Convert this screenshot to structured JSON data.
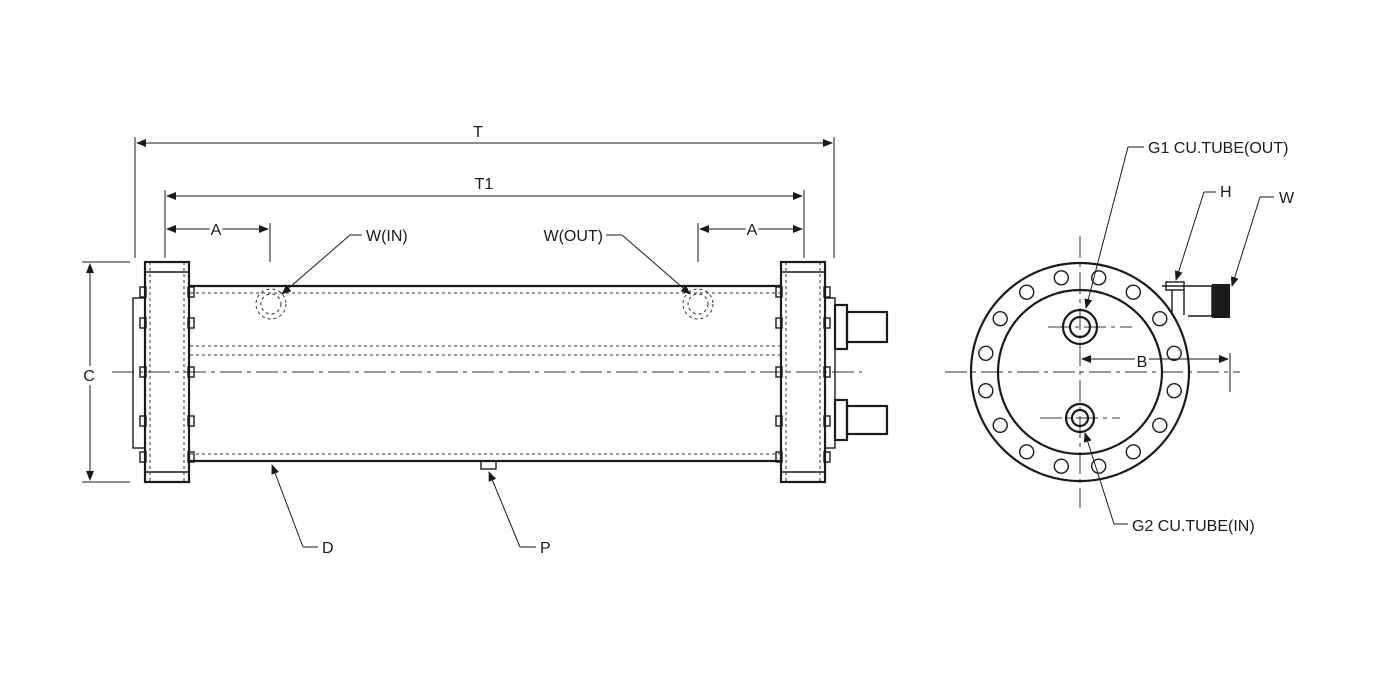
{
  "labels": {
    "overall_length": "T",
    "inner_length": "T1",
    "inlet_offset_left": "A",
    "inlet_offset_right": "A",
    "water_in": "W(IN)",
    "water_out": "W(OUT)",
    "height": "C",
    "shell_diameter": "D",
    "plug": "P",
    "refrigerant_out": "G1 CU.TUBE(OUT)",
    "refrigerant_in": "G2 CU.TUBE(IN)",
    "side_port": "H",
    "water_connection": "W",
    "offset_b": "B"
  },
  "colors": {
    "line": "#1a1a1a",
    "background": "#ffffff"
  }
}
